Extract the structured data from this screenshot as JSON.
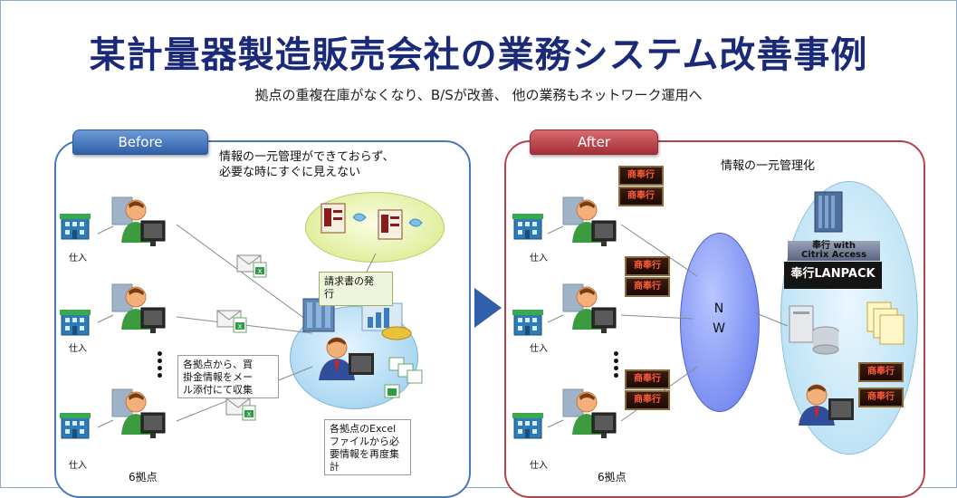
{
  "title": "某計量器製造販売会社の業務システム改善事例",
  "subtitle": "拠点の重複在庫がなくなり、B/Sが改善、 他の業務もネットワーク運用へ",
  "before": {
    "tab_label": "Before",
    "note": "情報の一元管理ができておらず、\n必要な時にすぐに見えない",
    "invoice_label": "請求書の発\n行",
    "collect_label": "各拠点から、買\n掛金情報をメー\nル添付にて収集",
    "excel_label": "各拠点のExcel\nファイルから必\n要情報を再度集\n計",
    "purchase_labels": [
      "仕入",
      "仕入",
      "仕入"
    ],
    "points_label": "6拠点"
  },
  "after": {
    "tab_label": "After",
    "note": "情報の一元管理化",
    "nw_label_1": "N",
    "nw_label_2": "W",
    "citrix_label": "奉行 with\nCitrix Access",
    "lanpack_label": "奉行LANPACK",
    "badge_label": "商奉行",
    "purchase_labels": [
      "仕入",
      "仕入",
      "仕入"
    ],
    "points_label": "6拠点"
  },
  "colors": {
    "title": "#1a2a78",
    "before_accent": "#2f5fa8",
    "after_accent": "#a42f36"
  }
}
